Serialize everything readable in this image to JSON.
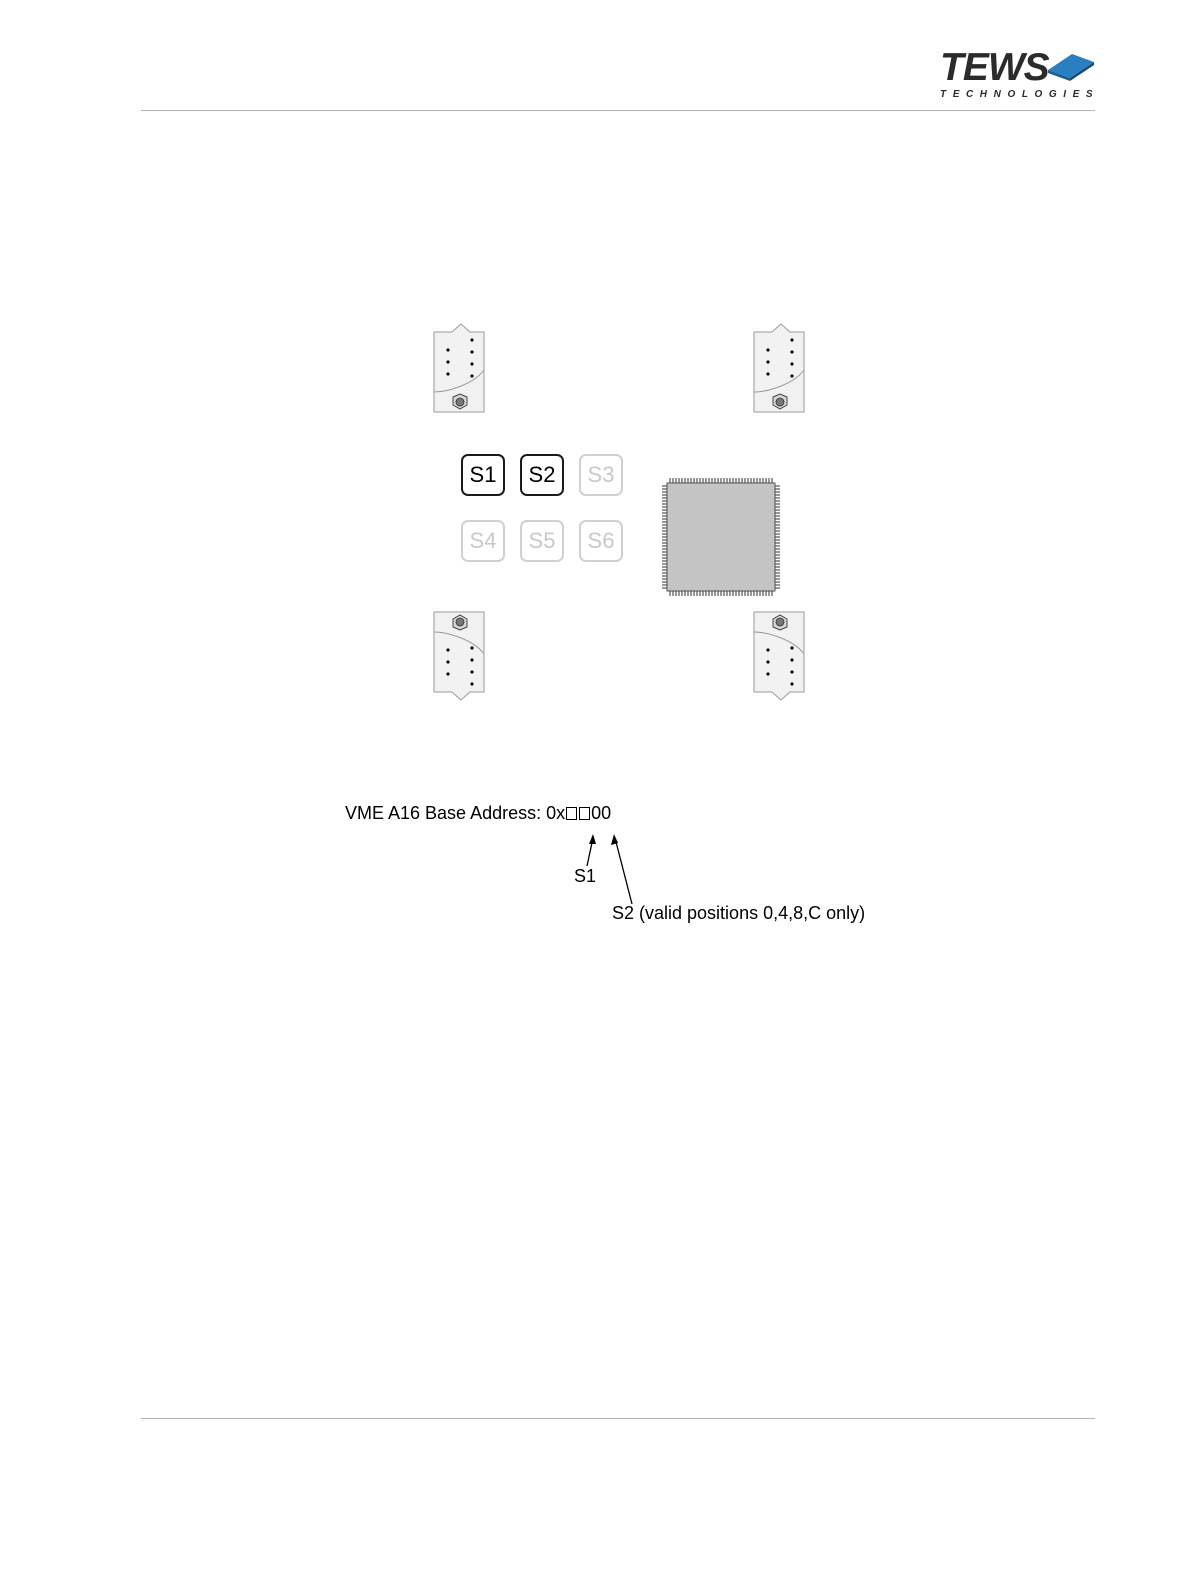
{
  "header": {
    "logo_word": "TEWS",
    "logo_sub": "TECHNOLOGIES"
  },
  "switches": [
    {
      "label": "S1",
      "state": "active"
    },
    {
      "label": "S2",
      "state": "active"
    },
    {
      "label": "S3",
      "state": "inactive"
    },
    {
      "label": "S4",
      "state": "inactive"
    },
    {
      "label": "S5",
      "state": "inactive"
    },
    {
      "label": "S6",
      "state": "inactive"
    }
  ],
  "address": {
    "prefix": "VME A16 Base Address: 0x",
    "suffix": "00",
    "s1_label": "S1",
    "s2_label": "S2 (valid positions 0,4,8,C only)"
  },
  "colors": {
    "logo_text": "#2b2b2b",
    "logo_accent": "#2a7fc0",
    "active_switch": "#1a1a1a",
    "inactive_switch": "#d0d0d0",
    "chip": "#c4c4c4"
  }
}
